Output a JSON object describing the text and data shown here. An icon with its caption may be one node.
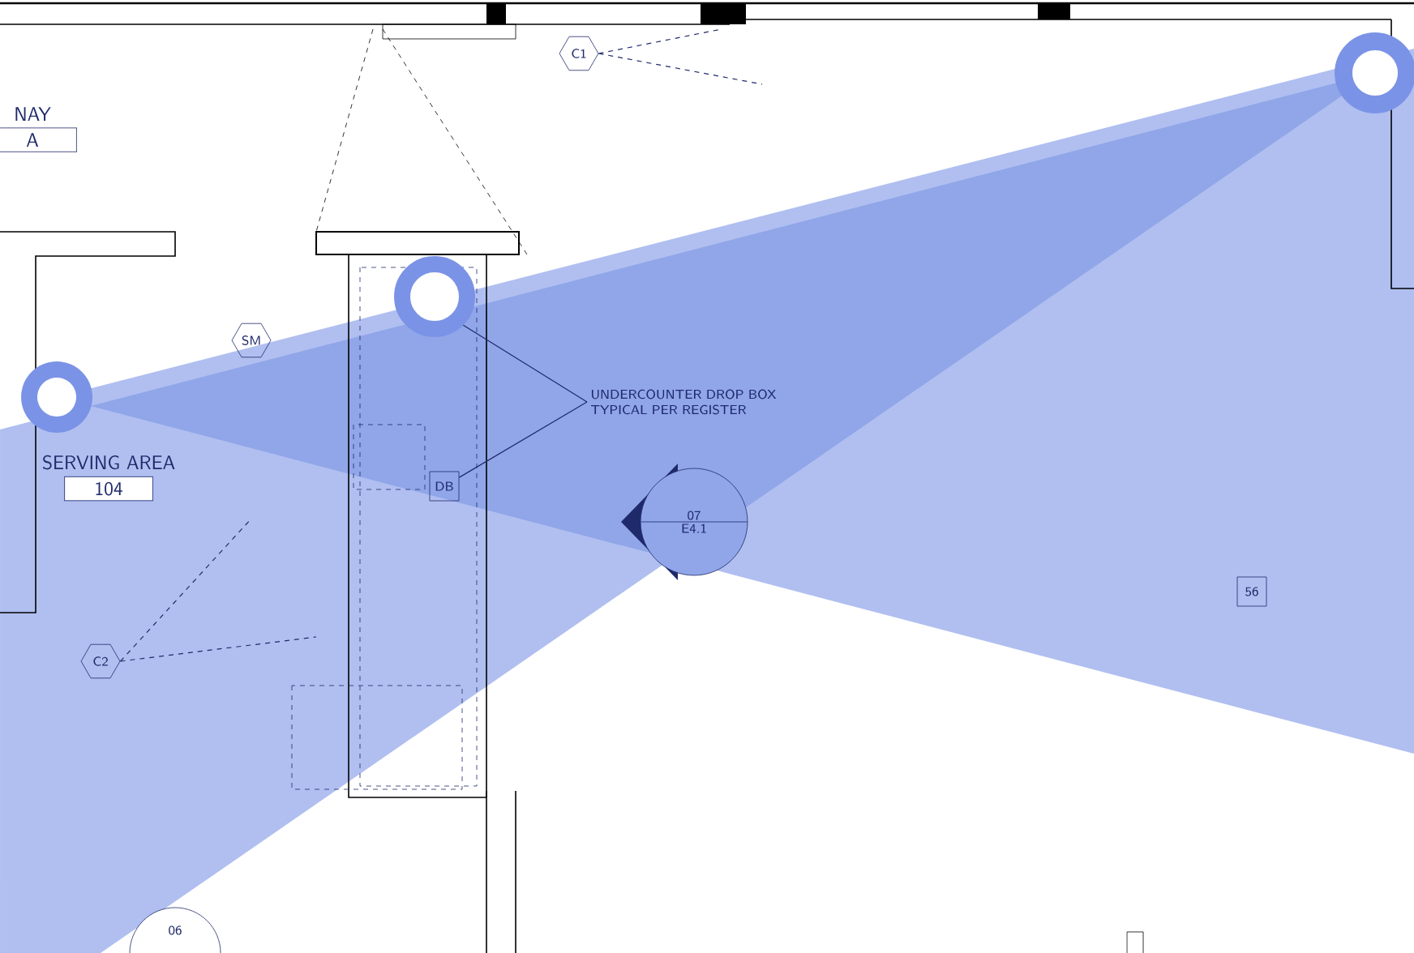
{
  "diagram": {
    "nodes": [
      {
        "text": [
          "C1"
        ]
      },
      {
        "text": [
          "NAY",
          "A"
        ]
      },
      {
        "text": [
          "SM"
        ]
      },
      {
        "text": [
          "UNDERCOUNTER DROP BOX TYPICAL PER REGISTER"
        ]
      },
      {
        "text": [
          "SERVING AREA",
          "104"
        ]
      },
      {
        "text": [
          "DB"
        ]
      },
      {
        "text": [
          "07",
          "E4.1"
        ]
      },
      {
        "text": [
          "56"
        ]
      },
      {
        "text": [
          "C2"
        ]
      },
      {
        "text": [
          "06"
        ]
      },
      {
        "text": [],
        "shape": "circle"
      }
    ],
    "edges": [
      {
        "from": 3,
        "to": 10,
        "arrow": "none"
      },
      {
        "from": 3,
        "to": 5,
        "arrow": "none"
      },
      {
        "from": 0,
        "to": null,
        "arrow": "none",
        "style": "dashed"
      },
      {
        "from": 0,
        "to": null,
        "arrow": "none",
        "style": "dashed"
      },
      {
        "from": 8,
        "to": null,
        "arrow": "none",
        "style": "dashed"
      },
      {
        "from": 8,
        "to": null,
        "arrow": "none",
        "style": "dashed"
      }
    ]
  }
}
